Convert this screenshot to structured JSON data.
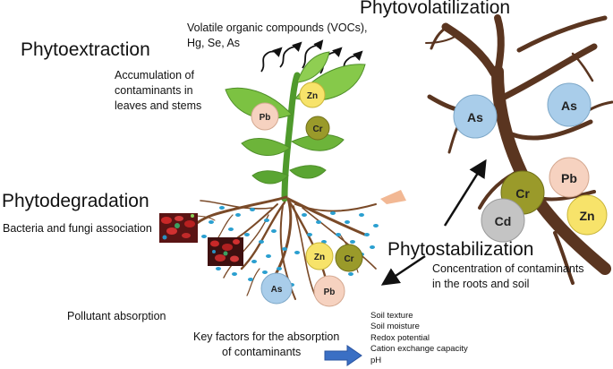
{
  "titles": {
    "phytovolatilization": "Phytovolatilization",
    "phytoextraction": "Phytoextraction",
    "phytodegradation": "Phytodegradation",
    "phytostabilization": "Phytostabilization"
  },
  "descriptions": {
    "vocs_line1": "Volatile organic compounds (VOCs),",
    "vocs_line2": "Hg, Se, As",
    "accumulation_line1": "Accumulation of",
    "accumulation_line2": "contaminants in",
    "accumulation_line3": "leaves and stems",
    "bacteria": "Bacteria and fungi association",
    "concentration_line1": "Concentration of contaminants",
    "concentration_line2": "in the roots and soil",
    "pollutant_absorption": "Pollutant absorption",
    "key_factors_line1": "Key factors for the absorption",
    "key_factors_line2": "of contaminants"
  },
  "key_factors": [
    "Soil texture",
    "Soil moisture",
    "Redox potential",
    "Cation exchange capacity",
    "pH"
  ],
  "leaf_contaminants": {
    "zn": "Zn",
    "pb": "Pb",
    "cr": "Cr"
  },
  "soil_contaminants": {
    "zn": "Zn",
    "cr": "Cr",
    "as": "As",
    "pb": "Pb"
  },
  "root_contaminants": {
    "as_left": "As",
    "as_right": "As",
    "pb": "Pb",
    "cr": "Cr",
    "cd": "Cd",
    "zn": "Zn"
  },
  "colors": {
    "stem_green": "#5aa532",
    "leaf_green": "#7cc242",
    "root_brown": "#7a4a28",
    "big_root_brown": "#5a3520",
    "soil_dot_blue": "#2a9fd0",
    "arrow_blue": "#3a6fc4",
    "zn_yellow": "#f7e36a",
    "pb_peach": "#f6d2c0",
    "cr_olive": "#9a9a2a",
    "as_blue": "#a9cdea",
    "cd_gray": "#c4c4c4"
  }
}
